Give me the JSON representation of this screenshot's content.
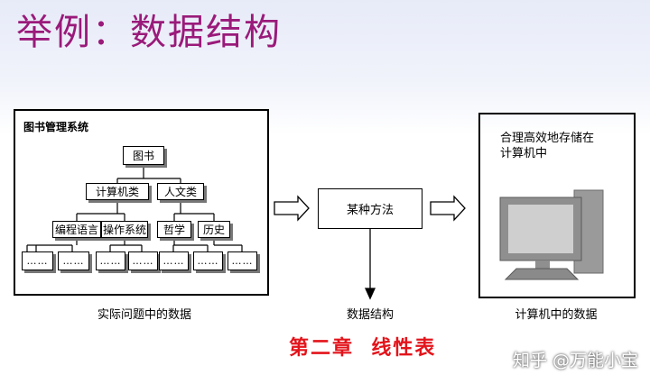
{
  "slide": {
    "title": "举例：数据结构",
    "library_panel": {
      "label": "图书管理系统",
      "root": "图书",
      "level1": [
        "计算机类",
        "人文类"
      ],
      "level2": [
        "编程语言",
        "操作系统",
        "哲学",
        "历史"
      ],
      "leaf_text": "……"
    },
    "method_box": "某种方法",
    "computer_panel": {
      "label": "合理高效地存储在\n计算机中"
    },
    "captions": {
      "left": "实际问题中的数据",
      "middle": "数据结构",
      "right": "计算机中的数据"
    },
    "chapter": "第二章  线性表",
    "watermark": "知乎 @万能小宝"
  },
  "colors": {
    "title": "#9a1a7a",
    "chapter": "#e3141b"
  }
}
